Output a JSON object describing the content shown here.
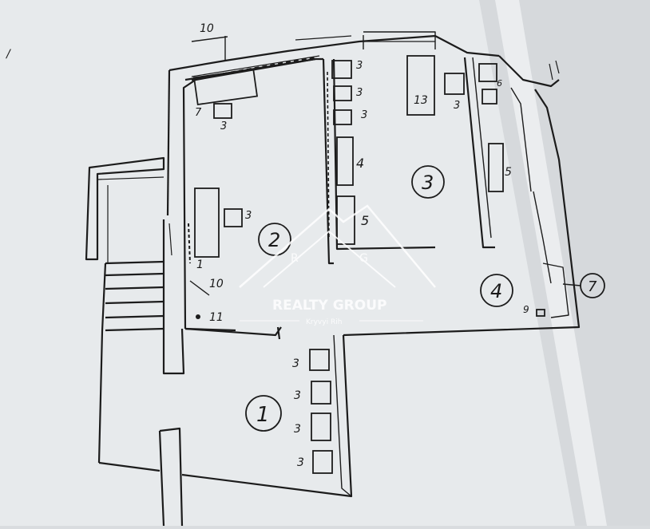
{
  "plan": {
    "rooms": [
      {
        "id": "room-1",
        "number": "1"
      },
      {
        "id": "room-2",
        "number": "2"
      },
      {
        "id": "room-3",
        "number": "3"
      },
      {
        "id": "room-4",
        "number": "4"
      },
      {
        "id": "room-7",
        "number": "7"
      }
    ],
    "labels": {
      "ten_top": "10",
      "ten_mid": "10",
      "eleven": "11",
      "one_a": "1",
      "one_b": "1",
      "three": "3",
      "four": "4",
      "five": "5",
      "six": "6",
      "nine": "9",
      "thirteen": "13"
    },
    "watermark": {
      "brand": "REALTY GROUP",
      "city": "Kryvyi Rih",
      "logo_letters": [
        "R",
        "G"
      ]
    }
  },
  "colors": {
    "paper": "#eef0f1",
    "ink": "#1c1c1c",
    "shadow": "#c4c8cc",
    "watermark": "#ffffff"
  }
}
